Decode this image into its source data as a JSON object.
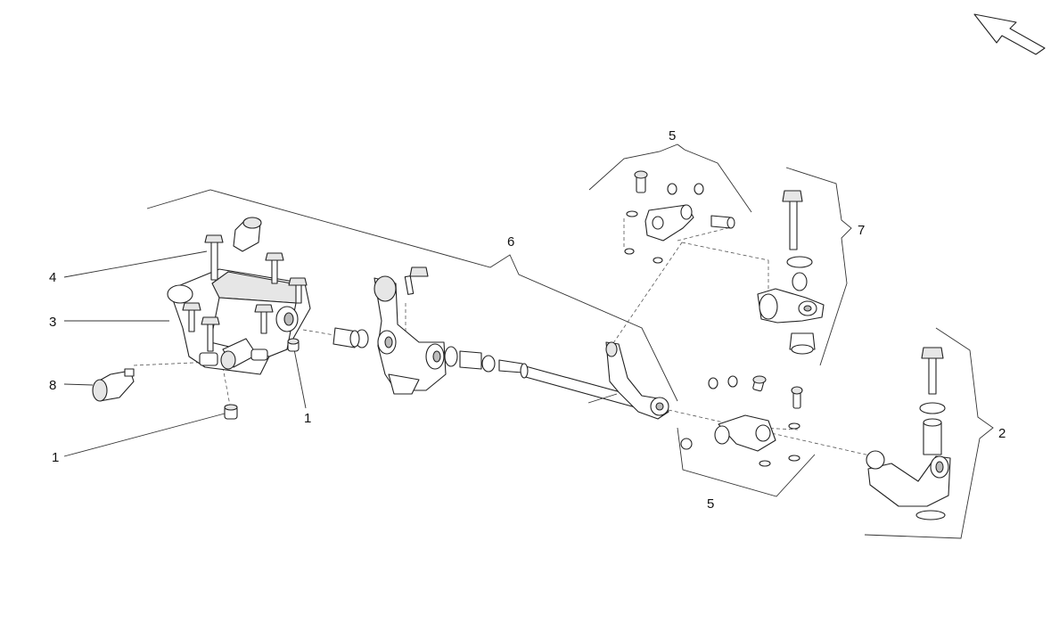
{
  "callouts": {
    "c1_lower": "1",
    "c1_mid": "1",
    "c2": "2",
    "c3": "3",
    "c4": "4",
    "c5_top": "5",
    "c5_bottom": "5",
    "c6": "6",
    "c7": "7",
    "c8": "8"
  },
  "icons": {
    "orientation": "direction-arrow-icon"
  }
}
